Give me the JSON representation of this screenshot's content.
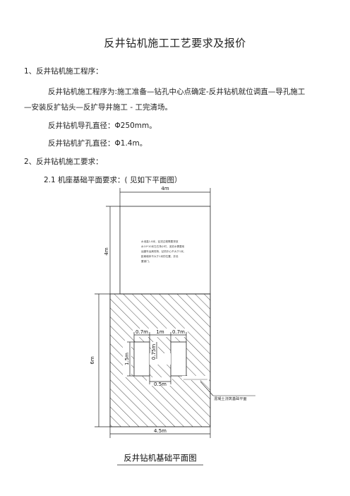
{
  "title": "反井钻机施工工艺要求及报价",
  "section1": {
    "heading": "1、反井钻机施工程序：",
    "line1": "反井钻机施工程序为:施工准备—钻孔中心点确定-反井钻机就位调直—导孔施工",
    "line2": "—安装反扩钻头—反扩导井施工 - 工完清场。",
    "pilot": "反井钻机导孔直径：Φ250mm。",
    "ream": "反井钻机扩孔直径：Φ1.4m。"
  },
  "section2": {
    "heading": "2、反井钻机施工要求：",
    "sub": "2.1 机座基础平面要求：( 见如下平面图）"
  },
  "drawing": {
    "dim_top_width": "4m",
    "dim_upper_height": "4m",
    "dim_lower_height": "6m",
    "dim_bottom_width": "4.5m",
    "dim_hole_left": "0.7m",
    "dim_hole_gap": "1m",
    "dim_hole_right": "0.7m",
    "dim_hole_height": "1.5m",
    "dim_hole_offset": "0.75m",
    "dim_hole_base": "0.5m",
    "note_lines": [
      "水池高1.8米，钻进过程需要排放",
      "水10*10米左右场小时，泥浆水需要用",
      "运罐车运离现场，钻机中心不大于1米，",
      "距离墙体不大于1米的位置，并设",
      "置钢门。"
    ],
    "small_label": "",
    "legend": "混凝土浇筑基础平面",
    "caption": "反井钻机基础平面图"
  }
}
